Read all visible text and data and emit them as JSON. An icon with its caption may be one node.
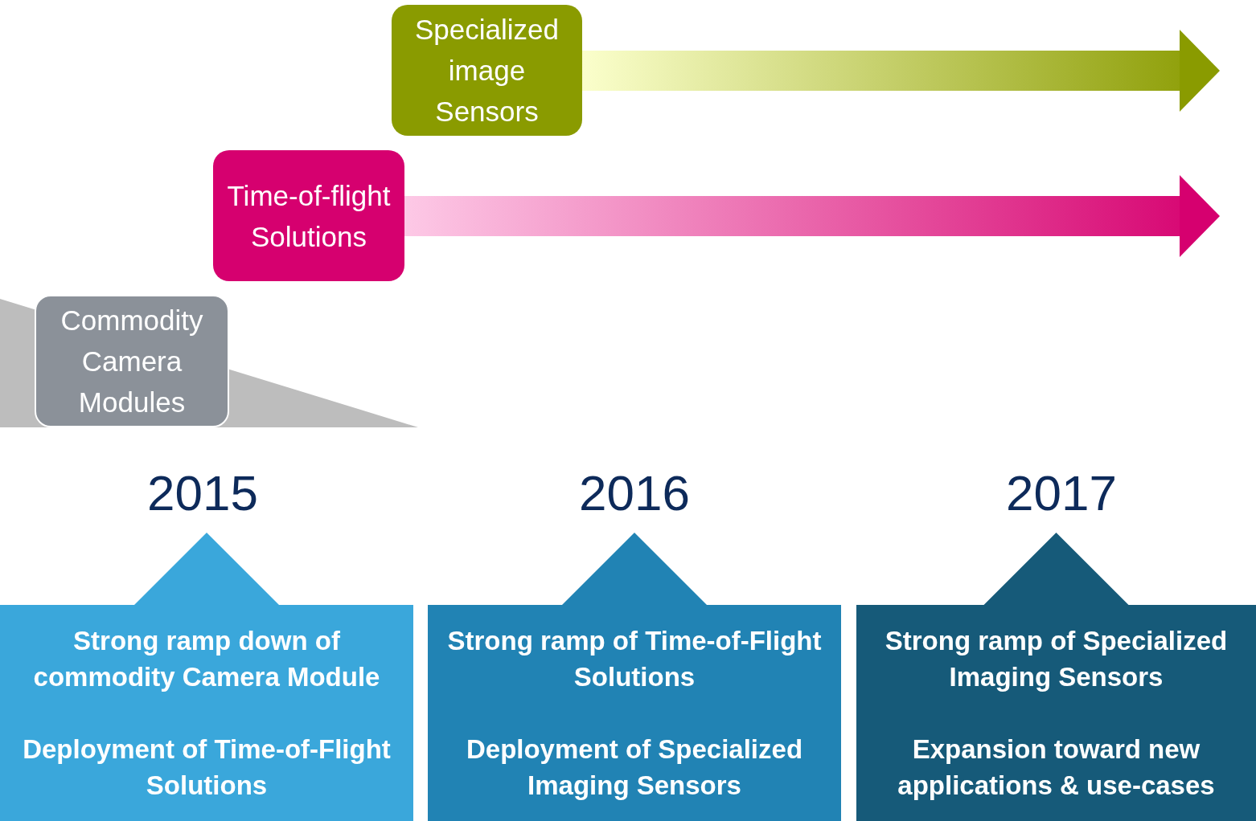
{
  "diagram": {
    "nodes": [
      {
        "text": [
          "Specialized image Sensors"
        ]
      },
      {
        "text": [
          "Time-of-flight Solutions"
        ]
      },
      {
        "text": [
          "Commodity Camera Modules"
        ]
      },
      {
        "text": [
          "Strong ramp down of commodity Camera Module",
          "Deployment of Time-of-Flight Solutions"
        ]
      },
      {
        "text": [
          "Strong ramp of Time-of-Flight Solutions",
          "Deployment of Specialized Imaging Sensors"
        ]
      },
      {
        "text": [
          "Strong ramp of Specialized Imaging Sensors",
          "Expansion toward new applications & use-cases"
        ]
      }
    ],
    "edges": [
      {
        "from": 0,
        "to": null,
        "arrow": "to"
      },
      {
        "from": 1,
        "to": null,
        "arrow": "to"
      }
    ],
    "labels": [
      "2015",
      "2016",
      "2017"
    ]
  }
}
